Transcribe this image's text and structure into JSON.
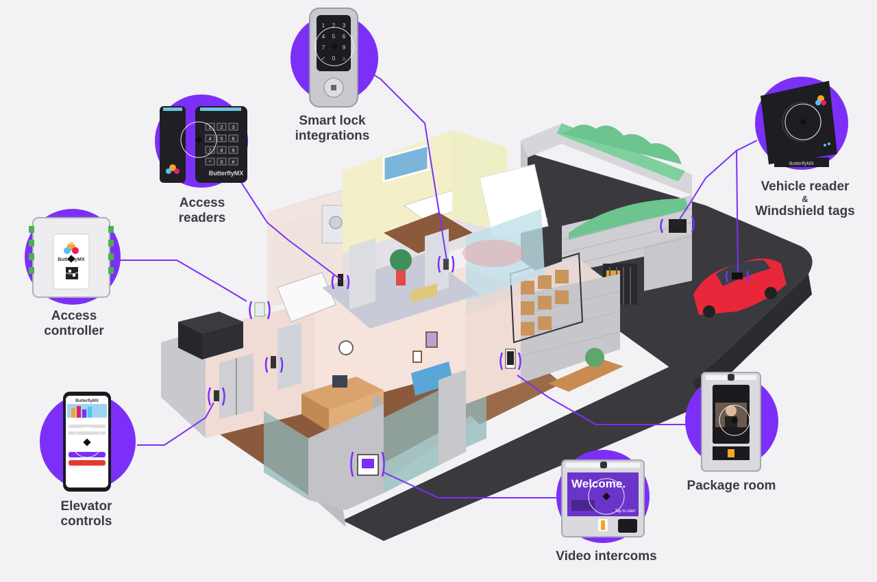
{
  "colors": {
    "accent_purple": "#7b2ff7",
    "label_text": "#3b3b44",
    "background": "#f2f1f3",
    "road": "#3a3a3e",
    "car_red": "#e8283a"
  },
  "devices": {
    "smart_lock": {
      "label_lines": [
        "Smart lock",
        "integrations"
      ],
      "icon": "smart-lock-icon"
    },
    "access_readers": {
      "label_lines": [
        "Access",
        "readers"
      ],
      "icon": "keypad-reader-icon",
      "brand": "ButterflyMX",
      "keypad_keys": [
        "1",
        "2",
        "3",
        "4",
        "5",
        "6",
        "7",
        "8",
        "9",
        "0",
        "#"
      ]
    },
    "access_controller": {
      "label_lines": [
        "Access",
        "controller"
      ],
      "icon": "control-panel-icon",
      "brand": "ButterflyMX"
    },
    "elevator_controls": {
      "label_lines": [
        "Elevator",
        "controls"
      ],
      "icon": "smartphone-icon",
      "brand": "ButterflyMX"
    },
    "vehicle_reader": {
      "label_lines": [
        "Vehicle reader",
        "Windshield tags"
      ],
      "connector": "&",
      "icon": "vehicle-reader-icon",
      "brand": "ButterflyMX"
    },
    "package_room": {
      "label_lines": [
        "Package room"
      ],
      "icon": "package-room-kiosk-icon"
    },
    "video_intercom": {
      "label_lines": [
        "Video intercoms"
      ],
      "icon": "video-intercom-icon",
      "screen_text": "Welcome.",
      "screen_hint": "Tap to start"
    }
  }
}
